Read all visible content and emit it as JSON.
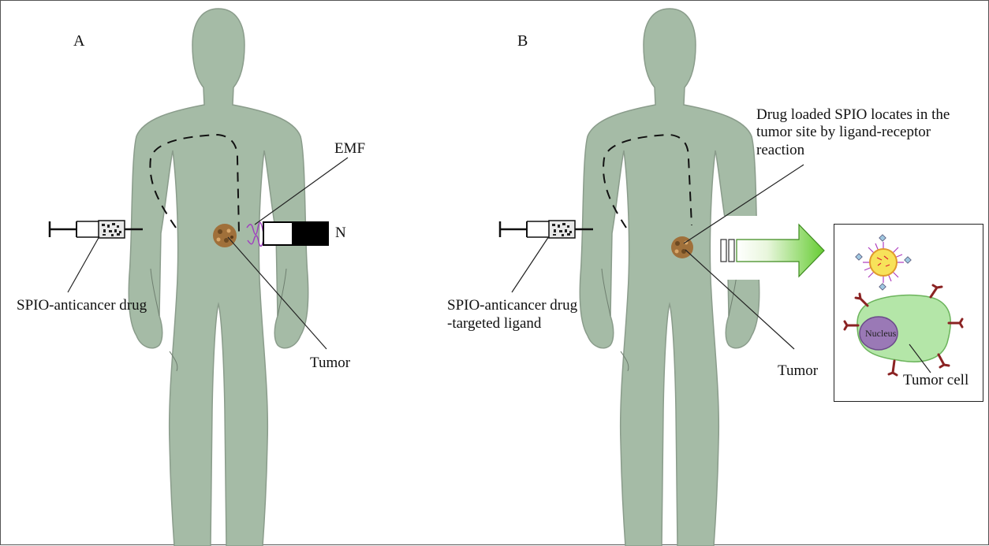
{
  "panels": [
    {
      "letter": "A",
      "labels": {
        "drug": "SPIO-anticancer drug",
        "emf": "EMF",
        "magnet_pole": "N",
        "tumor": "Tumor"
      }
    },
    {
      "letter": "B",
      "labels": {
        "drug_line1": "SPIO-anticancer drug",
        "drug_line2": "-targeted ligand",
        "locates_line1": "Drug loaded SPIO locates in the",
        "locates_line2": "tumor site by ligand-receptor",
        "locates_line3": "reaction",
        "tumor": "Tumor",
        "nucleus": "Nucleus",
        "tumor_cell": "Tumor cell"
      }
    }
  ],
  "colors": {
    "body": "#a5bba6",
    "body_outline": "#8a9c8b",
    "tumor": "#a0703a",
    "magnet": "#000000",
    "cell": "#b4e6a8",
    "nucleus": "#9a79b6",
    "receptor": "#8b2323",
    "arrow": "#66cc33",
    "emf_coil": "#a040c0"
  }
}
